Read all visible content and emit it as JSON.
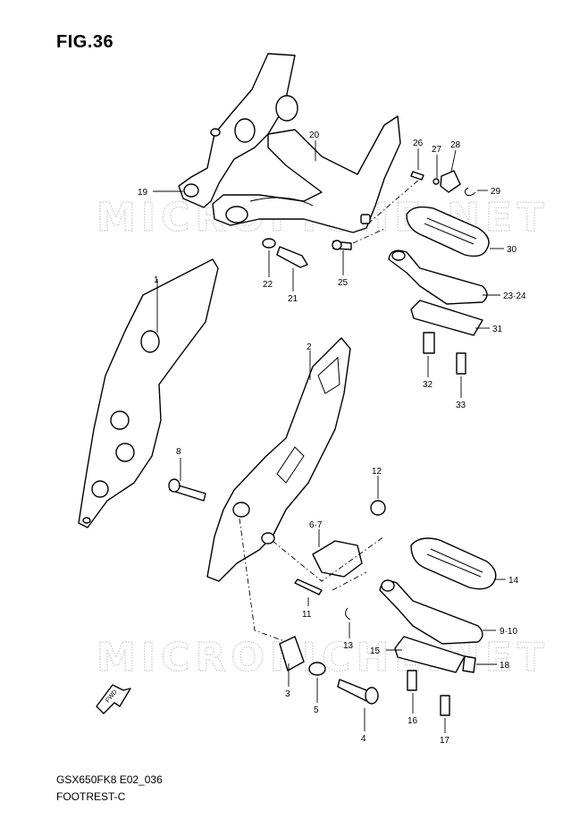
{
  "figure": {
    "title": "FIG.36",
    "code": "GSX650FK8 E02_036",
    "name": "FOOTREST-C",
    "watermark": "MICROFICHE.NET"
  },
  "callouts": [
    {
      "id": "c1",
      "label": "1"
    },
    {
      "id": "c2",
      "label": "2"
    },
    {
      "id": "c3",
      "label": "3"
    },
    {
      "id": "c4",
      "label": "4"
    },
    {
      "id": "c5",
      "label": "5"
    },
    {
      "id": "c67",
      "label": "6·7"
    },
    {
      "id": "c8",
      "label": "8"
    },
    {
      "id": "c910",
      "label": "9·10"
    },
    {
      "id": "c11",
      "label": "11"
    },
    {
      "id": "c12",
      "label": "12"
    },
    {
      "id": "c13",
      "label": "13"
    },
    {
      "id": "c14",
      "label": "14"
    },
    {
      "id": "c15",
      "label": "15"
    },
    {
      "id": "c16",
      "label": "16"
    },
    {
      "id": "c17",
      "label": "17"
    },
    {
      "id": "c18",
      "label": "18"
    },
    {
      "id": "c19",
      "label": "19"
    },
    {
      "id": "c20",
      "label": "20"
    },
    {
      "id": "c21",
      "label": "21"
    },
    {
      "id": "c22",
      "label": "22"
    },
    {
      "id": "c2324",
      "label": "23·24"
    },
    {
      "id": "c25",
      "label": "25"
    },
    {
      "id": "c26",
      "label": "26"
    },
    {
      "id": "c27",
      "label": "27"
    },
    {
      "id": "c28",
      "label": "28"
    },
    {
      "id": "c29",
      "label": "29"
    },
    {
      "id": "c30",
      "label": "30"
    },
    {
      "id": "c31",
      "label": "31"
    },
    {
      "id": "c32",
      "label": "32"
    },
    {
      "id": "c33",
      "label": "33"
    }
  ],
  "front_arrow": "FWD"
}
